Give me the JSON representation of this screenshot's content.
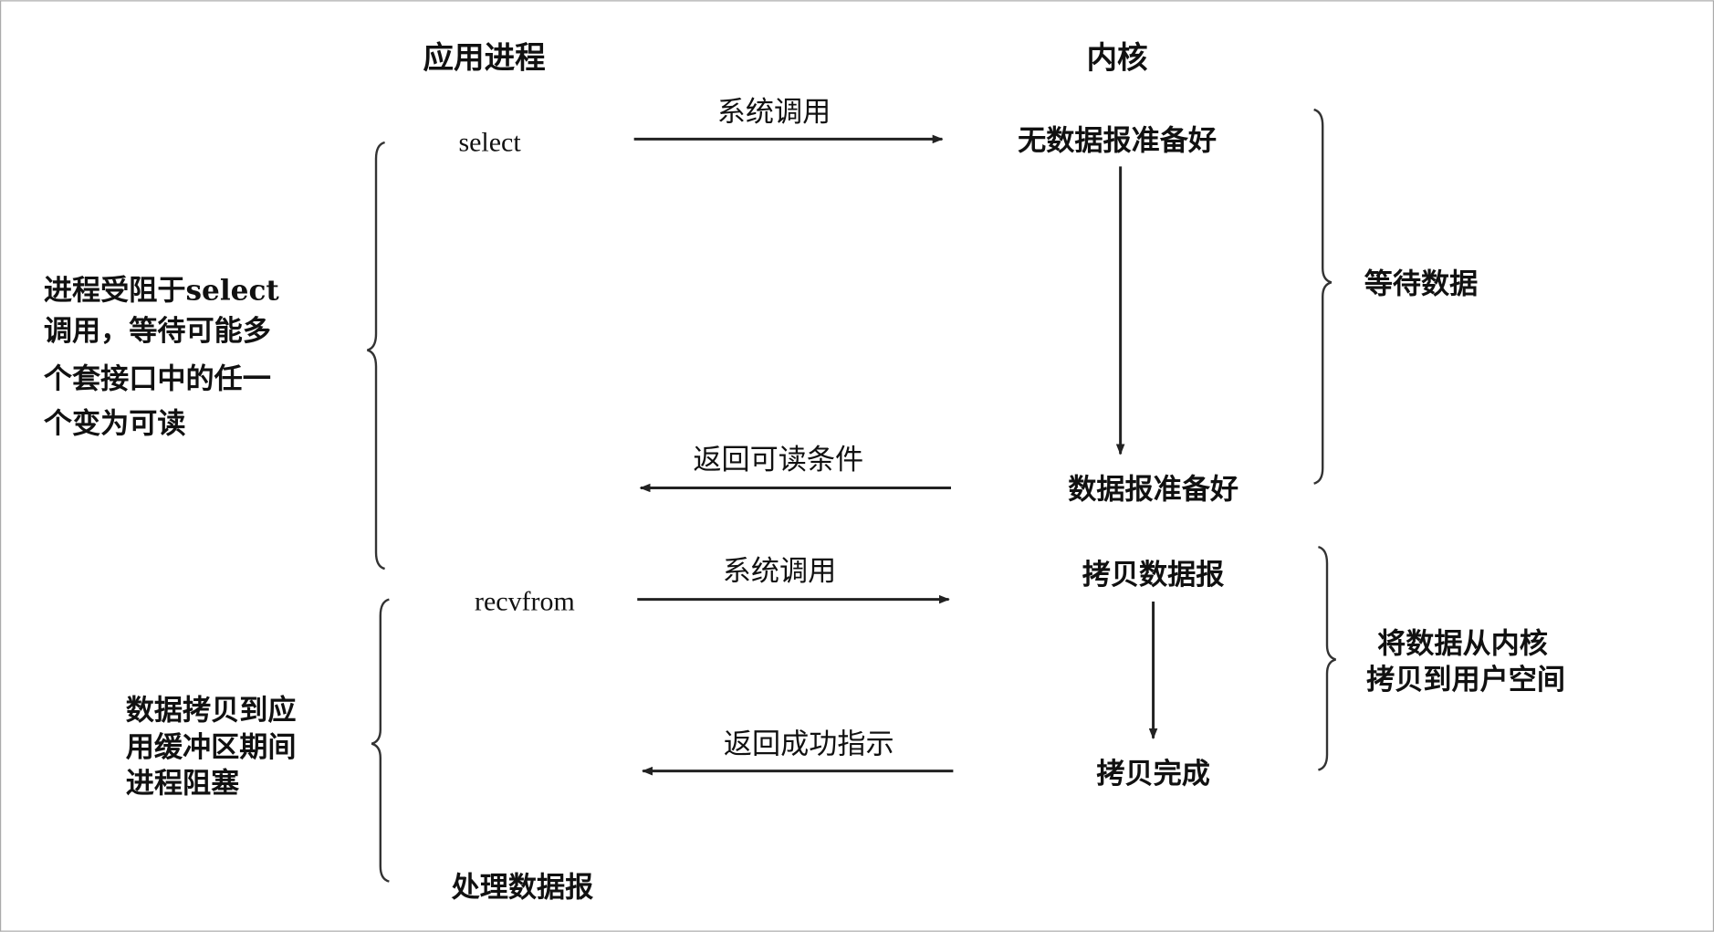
{
  "headers": {
    "app": "应用进程",
    "kernel": "内核"
  },
  "app_steps": {
    "select": "select",
    "recvfrom": "recvfrom",
    "process": "处理数据报"
  },
  "kernel_steps": {
    "no_data": "无数据报准备好",
    "data_ready": "数据报准备好",
    "copy": "拷贝数据报",
    "copy_done": "拷贝完成"
  },
  "arrows": {
    "syscall1": "系统调用",
    "return_readable": "返回可读条件",
    "syscall2": "系统调用",
    "return_ok": "返回成功指示"
  },
  "left_notes": {
    "blocked_select": [
      "进程受阻于select",
      "调用，等待可能多",
      "个套接口中的任一",
      "个变为可读"
    ],
    "blocked_copy": [
      "数据拷贝到应",
      "用缓冲区期间",
      "进程阻塞"
    ]
  },
  "right_notes": {
    "wait": "等待数据",
    "copy": [
      "将数据从内核",
      "拷贝到用户空间"
    ]
  }
}
